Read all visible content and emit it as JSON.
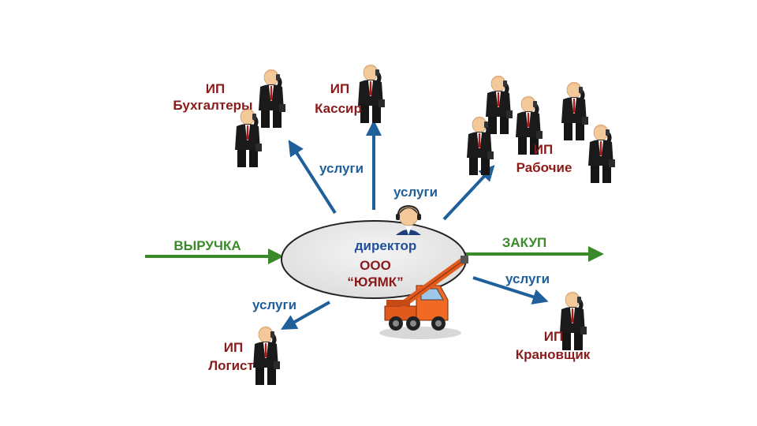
{
  "colors": {
    "money_flow": "#3a8a2a",
    "services_flow": "#1f5f9a",
    "ip_text": "#8b1a1a",
    "center_text": "#1f4f9a",
    "company_text": "#8b1a1a",
    "ellipse_fill": "#e8e8e8"
  },
  "center": {
    "director": "директор",
    "org_form": "ООО",
    "company": "“ЮЯМК”"
  },
  "flows": {
    "revenue": "ВЫРУЧКА",
    "purchase": "ЗАКУП",
    "services": "услуги"
  },
  "contractors": [
    {
      "type": "ИП",
      "role": "Бухгалтеры"
    },
    {
      "type": "ИП",
      "role": "Кассир"
    },
    {
      "type": "ИП",
      "role": "Рабочие"
    },
    {
      "type": "ИП",
      "role": "Крановщик"
    },
    {
      "type": "ИП",
      "role": "Логист"
    }
  ],
  "icons": [
    "businessman-icon",
    "director-avatar-icon",
    "crane-truck-icon"
  ]
}
